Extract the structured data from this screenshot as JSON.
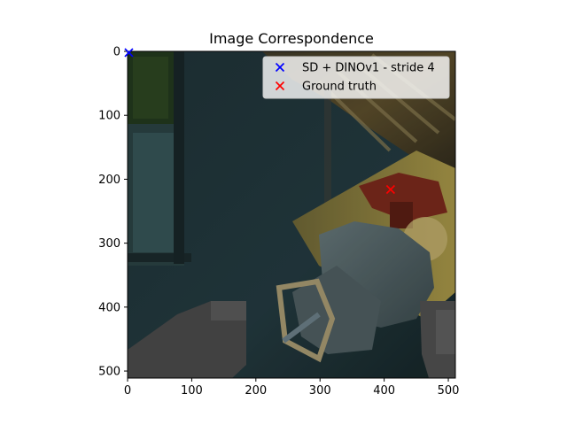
{
  "chart_data": {
    "type": "scatter",
    "title": "Image Correspondence",
    "xlabel": "",
    "ylabel": "",
    "xlim": [
      0,
      511
    ],
    "ylim": [
      511,
      0
    ],
    "y_inverted": true,
    "x_ticks": [
      "0",
      "100",
      "200",
      "300",
      "400",
      "500"
    ],
    "y_ticks": [
      "0",
      "100",
      "200",
      "300",
      "400",
      "500"
    ],
    "grid": false,
    "legend_position": "top-right",
    "background": "image",
    "series": [
      {
        "name": "SD + DINOv1 - stride 4",
        "marker": "x",
        "color": "#0000ff",
        "points": [
          [
            2,
            2
          ]
        ]
      },
      {
        "name": "Ground truth",
        "marker": "x",
        "color": "#ff0000",
        "points": [
          [
            410,
            216
          ]
        ]
      }
    ]
  }
}
